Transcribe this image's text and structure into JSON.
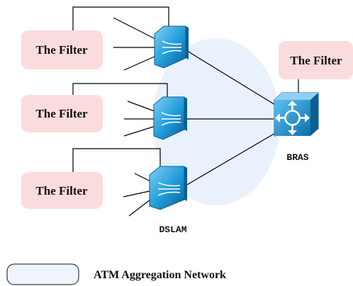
{
  "filters": [
    "The Filter",
    "The Filter",
    "The Filter",
    "The Filter"
  ],
  "labels": {
    "bras": "BRAS",
    "dslam": "DSLAM"
  },
  "legend": {
    "text": "ATM Aggregation Network"
  },
  "icons": {
    "dslam": "dslam-icon",
    "bras": "router-icon",
    "network": "cloud-network-icon"
  },
  "colors": {
    "filter_fill": "#fbdcdc",
    "network_fill": "#e9f2fc",
    "device_blue": "#1f9ad8",
    "device_dark": "#0b5f93",
    "device_light": "#8fd0f2"
  }
}
